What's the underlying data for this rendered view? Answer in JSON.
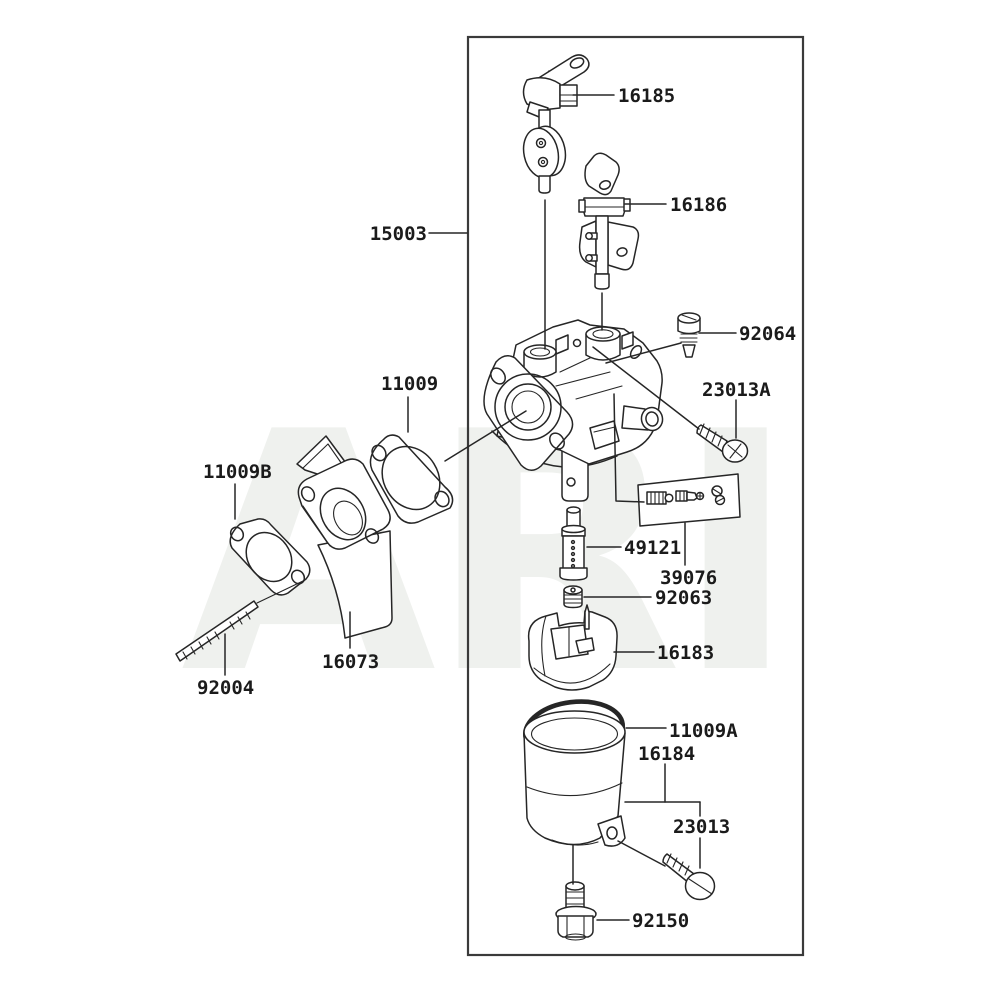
{
  "diagram": {
    "type": "exploded-parts-diagram",
    "watermark": "ARI",
    "part_labels": [
      "15003",
      "16185",
      "16186",
      "92064",
      "23013A",
      "11009",
      "11009B",
      "92004",
      "16073",
      "49121",
      "39076",
      "92063",
      "16183",
      "11009A",
      "16184",
      "23013",
      "92150"
    ]
  }
}
